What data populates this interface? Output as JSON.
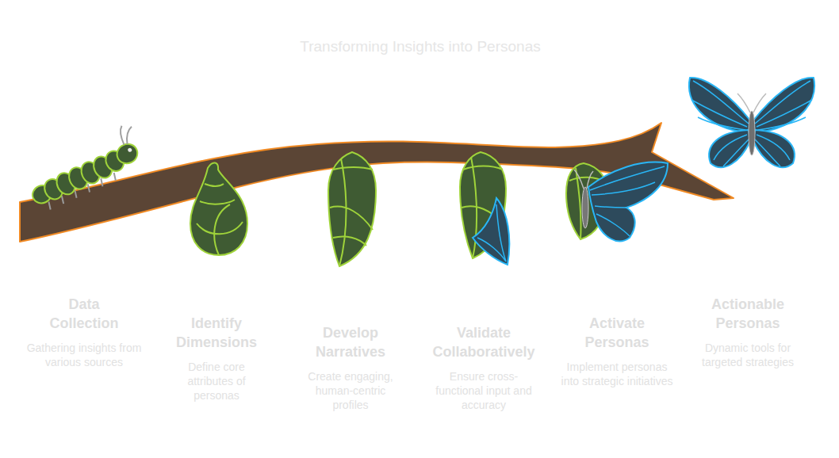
{
  "diagram": {
    "title": "Transforming Insights into Personas",
    "labels": [
      "Data Collection",
      "Gathering insights from various sources",
      "Identify Dimensions",
      "Define core attributes of personas",
      "Develop Narratives",
      "Create engaging, human-centric profiles",
      "Validate Collaboratively",
      "Ensure cross-functional input and accuracy",
      "Activate Personas",
      "Implement personas into strategic initiatives",
      "Actionable Personas",
      "Dynamic tools for targeted strategies"
    ]
  }
}
